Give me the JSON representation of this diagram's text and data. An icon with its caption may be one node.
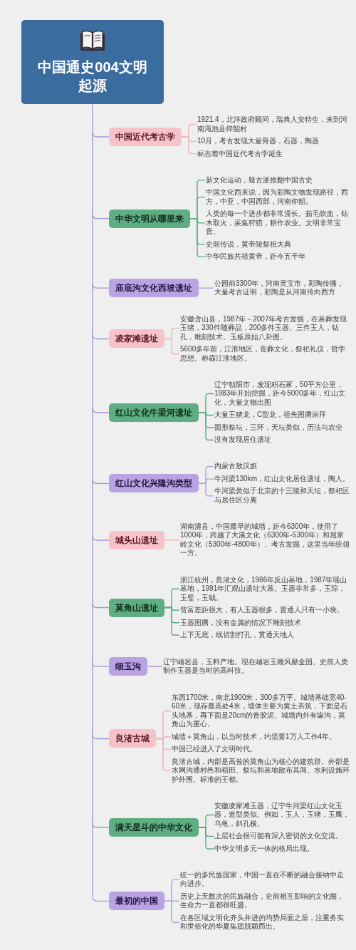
{
  "diagram": {
    "nodes": [
      {
        "text": [
          "中国通史004文明起源"
        ]
      },
      {
        "text": [
          "中国近代考古学"
        ]
      },
      {
        "text": [
          "1921.4，北洋政府顾问，瑞典人安特生，来到河南渑池县仰韶村"
        ]
      },
      {
        "text": [
          "10月，考古发现大量骨器，石器，陶器"
        ]
      },
      {
        "text": [
          "标志着中国近代考古学诞生"
        ]
      },
      {
        "text": [
          "中华文明从哪里来"
        ]
      },
      {
        "text": [
          "新文化运动，疑古派推翻中国古史"
        ]
      },
      {
        "text": [
          "中国文化西来说，因为彩陶文物发现路径，西方，中亚，中国西部，河南仰韶。"
        ]
      },
      {
        "text": [
          "人类的每一个进步都非常漫长。茹毛饮血，钻木取火，采集狩猎，耕作农业。文明非常宝贵。"
        ]
      },
      {
        "text": [
          "史前传说，黄帝陵祭祖大典"
        ]
      },
      {
        "text": [
          "中华民族共祖黄帝，距今五千年"
        ]
      },
      {
        "text": [
          "庙底沟文化西坡遗址"
        ]
      },
      {
        "text": [
          "公园前3300年，河南灵宝市，彩陶传播，大量考古证明，彩陶是从河南传向西方"
        ]
      },
      {
        "text": [
          "凌家滩遗址"
        ]
      },
      {
        "text": [
          "安徽含山县，1987年－2007年考古发掘，在墓葬发现玉猪，330件随葬品，200多件玉器。三件玉人，钻孔，雕刻技术。玉板原始八卦图。"
        ]
      },
      {
        "text": [
          "5600多年前，江淮地区，丧葬文化，祭祀礼仪，哲学思想。称霸江淮地区。"
        ]
      },
      {
        "text": [
          "红山文化牛梁河遗址"
        ]
      },
      {
        "text": [
          "辽宁朝阳市，发现积石冢，50平方公里，1983年开始挖掘，距今5000多年，红山文化，大量文物出图"
        ]
      },
      {
        "text": [
          "大量玉猪龙，C型龙，祖先图腾崇拜"
        ]
      },
      {
        "text": [
          "圆形祭坛，三环，天坛类似，历法与农业"
        ]
      },
      {
        "text": [
          "没有发现居住遗址"
        ]
      },
      {
        "text": [
          "红山文化兴隆沟类型"
        ]
      },
      {
        "text": [
          "内蒙古敖汉旗"
        ]
      },
      {
        "text": [
          "牛河梁130km，红山文化居住遗址，陶人。"
        ]
      },
      {
        "text": [
          "牛河梁类似于北京的十三陵和天坛，祭祀区与居住区分离"
        ]
      },
      {
        "text": [
          "城头山遗址"
        ]
      },
      {
        "text": [
          "湖南澧县，中国最早的城墙，距今6300年，使用了1000年，跨越了大溪文化（6300年-5300年）和屈家岭文化（5300年-4800年）。考古发掘，这里当年统领一方。"
        ]
      },
      {
        "text": [
          "莫角山遗址"
        ]
      },
      {
        "text": [
          "浙江杭州，良渚文化，1986年反山墓地，1987年瑶山墓地，1991年汇观山遗址大墓。玉器非常多，玉琮，玉璧，玉钺。"
        ]
      },
      {
        "text": [
          "贫富差距很大，有人玉器很多，普通人只有一小块。"
        ]
      },
      {
        "text": [
          "玉器图腾，没有金属的情况下雕刻技术"
        ]
      },
      {
        "text": [
          "上下无底，线切割打孔，贯通天地人"
        ]
      },
      {
        "text": [
          "细玉沟"
        ]
      },
      {
        "text": [
          "辽宁岫岩县，玉料产地。现在岫岩玉雕风靡全国。史前人类制作玉器是当时的高科技。"
        ]
      },
      {
        "text": [
          "良渚古城"
        ]
      },
      {
        "text": [
          "东西1700米，南北1900米，300多万平。城墙基础宽40-60米，现存最高处4米，墙体主要为黄土夯筑，下面是石头地基，再下面是20cm的青胶泥。城墙内外有壕沟，莫角山为重心。"
        ]
      },
      {
        "text": [
          "城墙＋莫角山，以当时技术，约需要1万人工作4年。"
        ]
      },
      {
        "text": [
          "中国已经进入了文明时代。"
        ]
      },
      {
        "text": [
          "良渚古城，内部是高耸的莫角山为核心的建筑群。外部是水网沟通村邑和稻田。祭坛和墓地散布其间。水利设施环护外围。标准的王都。"
        ]
      },
      {
        "text": [
          "满天星斗的中华文化"
        ]
      },
      {
        "text": [
          "安徽凌家滩玉器，辽宁牛河梁红山文化玉器，造型类似。例如，玉人，玉猪，玉鹰，乌龟，斜孔横。"
        ]
      },
      {
        "text": [
          "上层社会很可能有深入密切的文化交流。"
        ]
      },
      {
        "text": [
          "中华文明多元一体的格局出现。"
        ]
      },
      {
        "text": [
          "最初的中国"
        ]
      },
      {
        "text": [
          "统一的多民族国家，中国一直在不断的融合接纳中走向进步。"
        ]
      },
      {
        "text": [
          "历史上无数次的民族融合，史前相互影响的文化圈，生命力一直都很旺盛。"
        ]
      },
      {
        "text": [
          "在各区域文明化齐头并进的均势局面之后，注重务实和世俗化的华夏集团脱颖而出。"
        ]
      }
    ],
    "edges": [
      {
        "from": 0,
        "to": 1,
        "arrow": "none",
        "color": "#a898d8"
      },
      {
        "from": 1,
        "to": 2,
        "arrow": "none",
        "color": "#f0b4bf"
      },
      {
        "from": 1,
        "to": 3,
        "arrow": "none",
        "color": "#f0b4bf"
      },
      {
        "from": 1,
        "to": 4,
        "arrow": "none",
        "color": "#f0b4bf"
      },
      {
        "from": 0,
        "to": 5,
        "arrow": "none",
        "color": "#a898d8"
      },
      {
        "from": 5,
        "to": 6,
        "arrow": "none"
      },
      {
        "from": 5,
        "to": 7,
        "arrow": "none"
      },
      {
        "from": 5,
        "to": 8,
        "arrow": "none"
      },
      {
        "from": 5,
        "to": 9,
        "arrow": "none"
      },
      {
        "from": 5,
        "to": 10,
        "arrow": "none"
      },
      {
        "from": 0,
        "to": 11,
        "arrow": "none",
        "color": "#a898d8"
      },
      {
        "from": 11,
        "to": 12,
        "arrow": "none",
        "color": "#b49be0"
      },
      {
        "from": 0,
        "to": 13,
        "arrow": "none",
        "color": "#a898d8"
      },
      {
        "from": 13,
        "to": 14,
        "arrow": "none",
        "color": "#f0b4bf"
      },
      {
        "from": 13,
        "to": 15,
        "arrow": "none",
        "color": "#f0b4bf"
      },
      {
        "from": 0,
        "to": 16,
        "arrow": "none",
        "color": "#a898d8"
      },
      {
        "from": 16,
        "to": 17,
        "arrow": "none"
      },
      {
        "from": 16,
        "to": 18,
        "arrow": "none"
      },
      {
        "from": 16,
        "to": 19,
        "arrow": "none"
      },
      {
        "from": 16,
        "to": 20,
        "arrow": "none"
      },
      {
        "from": 0,
        "to": 21,
        "arrow": "none",
        "color": "#a898d8"
      },
      {
        "from": 21,
        "to": 22,
        "arrow": "none",
        "color": "#b49be0"
      },
      {
        "from": 21,
        "to": 23,
        "arrow": "none",
        "color": "#b49be0"
      },
      {
        "from": 21,
        "to": 24,
        "arrow": "none",
        "color": "#b49be0"
      },
      {
        "from": 0,
        "to": 25,
        "arrow": "none",
        "color": "#a898d8"
      },
      {
        "from": 25,
        "to": 26,
        "arrow": "none",
        "color": "#f0b4bf"
      },
      {
        "from": 0,
        "to": 27,
        "arrow": "none",
        "color": "#a898d8"
      },
      {
        "from": 27,
        "to": 28,
        "arrow": "none"
      },
      {
        "from": 27,
        "to": 29,
        "arrow": "none"
      },
      {
        "from": 27,
        "to": 30,
        "arrow": "none"
      },
      {
        "from": 27,
        "to": 31,
        "arrow": "none"
      },
      {
        "from": 0,
        "to": 32,
        "arrow": "none",
        "color": "#a898d8"
      },
      {
        "from": 32,
        "to": 33,
        "arrow": "none",
        "color": "#b49be0"
      },
      {
        "from": 0,
        "to": 34,
        "arrow": "none",
        "color": "#a898d8"
      },
      {
        "from": 34,
        "to": 35,
        "arrow": "none",
        "color": "#f0b4bf"
      },
      {
        "from": 34,
        "to": 36,
        "arrow": "none",
        "color": "#f0b4bf"
      },
      {
        "from": 34,
        "to": 37,
        "arrow": "none",
        "color": "#f0b4bf"
      },
      {
        "from": 34,
        "to": 38,
        "arrow": "none",
        "color": "#f0b4bf"
      },
      {
        "from": 0,
        "to": 39,
        "arrow": "none",
        "color": "#a898d8"
      },
      {
        "from": 39,
        "to": 40,
        "arrow": "none"
      },
      {
        "from": 39,
        "to": 41,
        "arrow": "none"
      },
      {
        "from": 39,
        "to": 42,
        "arrow": "none"
      },
      {
        "from": 0,
        "to": 43,
        "arrow": "none",
        "color": "#a898d8"
      },
      {
        "from": 43,
        "to": 44,
        "arrow": "none",
        "color": "#b49be0"
      },
      {
        "from": 43,
        "to": 45,
        "arrow": "none",
        "color": "#b49be0"
      },
      {
        "from": 43,
        "to": 46,
        "arrow": "none",
        "color": "#b49be0"
      }
    ]
  }
}
